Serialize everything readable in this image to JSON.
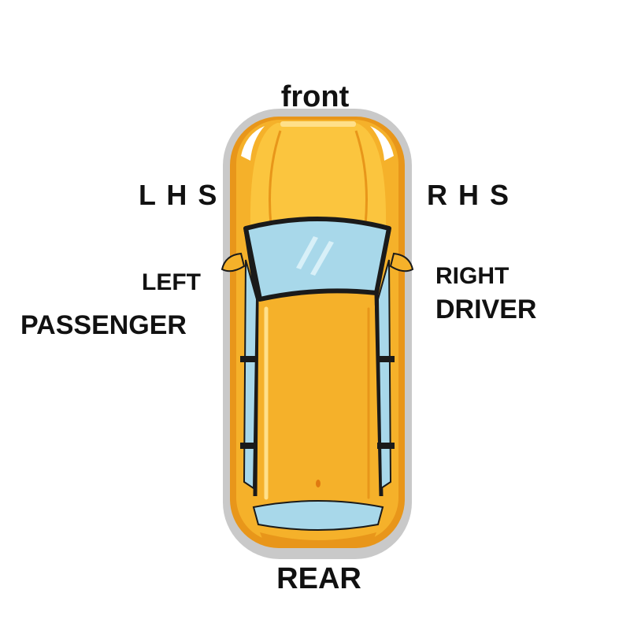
{
  "labels": {
    "front": "front",
    "rear": "REAR",
    "lhs": "L H S",
    "rhs": "R H S",
    "left": "LEFT",
    "passenger": "PASSENGER",
    "right": "RIGHT",
    "driver": "DRIVER"
  },
  "colors": {
    "body": "#F5B12A",
    "body_light": "#FBC53E",
    "body_dark": "#E8961A",
    "outline": "#1A1A1A",
    "glass": "#A8D8EA",
    "shadow": "#C9C9C9"
  }
}
